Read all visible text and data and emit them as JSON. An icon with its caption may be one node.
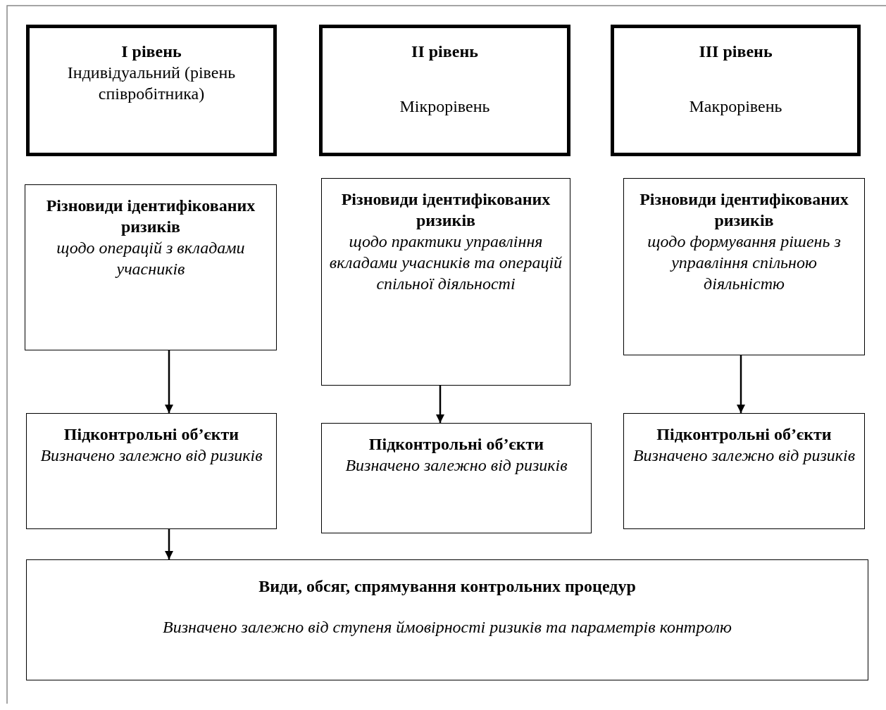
{
  "diagram": {
    "nodes": [
      {
        "text": [
          "I рівень",
          "Індивідуальний (рівень співробітника)"
        ]
      },
      {
        "text": [
          "II рівень",
          "Мікрорівень"
        ]
      },
      {
        "text": [
          "III рівень",
          "Макрорівень"
        ]
      },
      {
        "text": [
          "Різновиди ідентифікованих ризиків",
          "щодо операцій з вкладами учасників"
        ]
      },
      {
        "text": [
          "Різновиди ідентифікованих ризиків",
          "щодо практики управління вкладами учасників та операцій спільної діяльності"
        ]
      },
      {
        "text": [
          "Різновиди ідентифікованих ризиків",
          "щодо формування рішень з управління спільною діяльністю"
        ]
      },
      {
        "text": [
          "Підконтрольні об’єкти",
          "Визначено залежно від ризиків"
        ]
      },
      {
        "text": [
          "Підконтрольні об’єкти",
          "Визначено залежно від ризиків"
        ]
      },
      {
        "text": [
          "Підконтрольні об’єкти",
          "Визначено залежно від ризиків"
        ]
      },
      {
        "text": [
          "Види, обсяг, спрямування контрольних процедур",
          "Визначено залежно від ступеня  ймовірності ризиків та параметрів контролю"
        ]
      }
    ],
    "edges": [
      {
        "from": 3,
        "to": 6,
        "arrow": "to"
      },
      {
        "from": 4,
        "to": 7,
        "arrow": "to"
      },
      {
        "from": 5,
        "to": 8,
        "arrow": "to"
      },
      {
        "from": 6,
        "to": 9,
        "arrow": "to"
      }
    ]
  }
}
